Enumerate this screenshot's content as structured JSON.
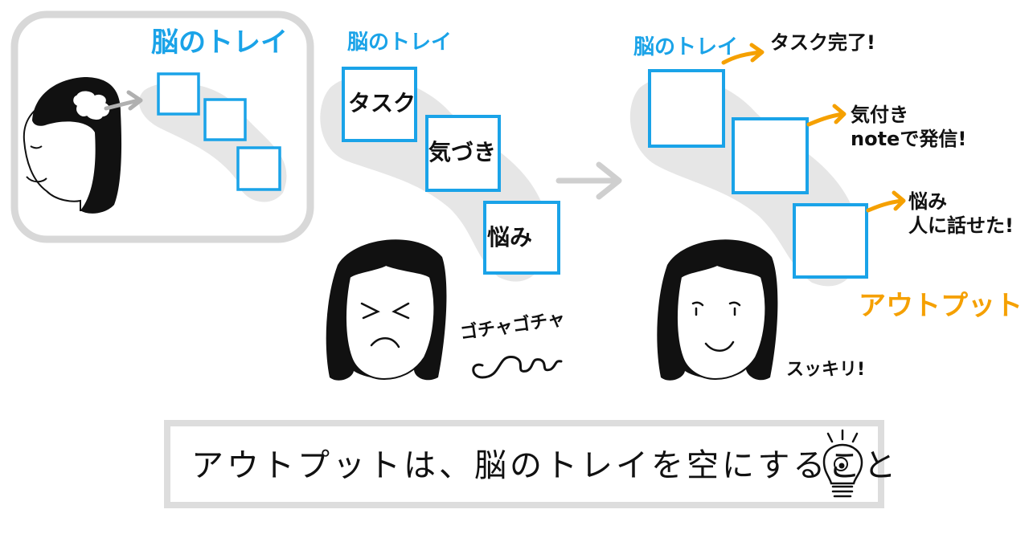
{
  "panel1": {
    "tray_title": "脳のトレイ"
  },
  "panel2": {
    "tray_title": "脳のトレイ",
    "boxes": [
      "タスク",
      "気づき",
      "悩み"
    ],
    "sound_word": "ゴチャゴチャ"
  },
  "panel3": {
    "tray_title": "脳のトレイ",
    "outputs": [
      {
        "line1": "タスク完了!",
        "line2": ""
      },
      {
        "line1": "気付き",
        "line2": "noteで発信!"
      },
      {
        "line1": "悩み",
        "line2": "人に話せた!"
      }
    ],
    "output_label": "アウトプット",
    "relief_word": "スッキリ!"
  },
  "caption": {
    "text": "アウトプットは、脳のトレイを空にすること"
  },
  "colors": {
    "tray_blue": "#1aa3e8",
    "output_orange": "#f5a000",
    "shadow_gray": "#d8d8d8",
    "ink": "#111111"
  },
  "icons": [
    "head-profile-icon",
    "arrow-right-icon",
    "confused-face-icon",
    "smiling-face-icon",
    "lightbulb-icon"
  ]
}
